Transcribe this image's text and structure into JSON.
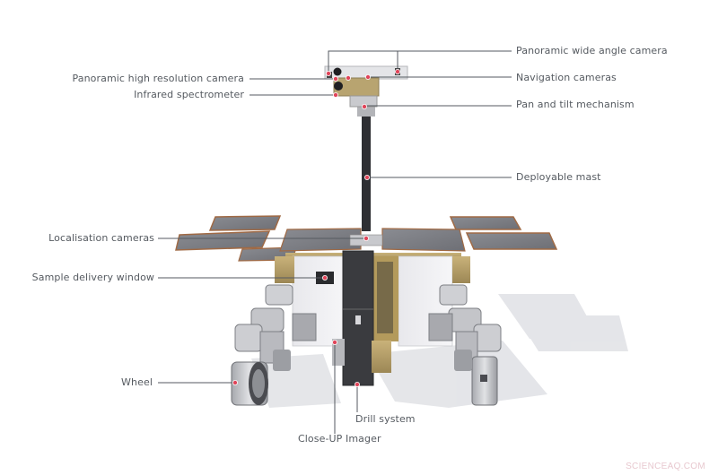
{
  "diagram": {
    "subject": "Mars rover (front view) with labelled components",
    "accent_dot_color": "#e0455a",
    "leader_line_color": "#555a60",
    "labels_right": [
      {
        "id": "panoramic-wide-angle-camera",
        "text": "Panoramic wide angle camera"
      },
      {
        "id": "navigation-cameras",
        "text": "Navigation cameras"
      },
      {
        "id": "pan-and-tilt-mechanism",
        "text": "Pan and tilt mechanism"
      },
      {
        "id": "deployable-mast",
        "text": "Deployable mast"
      }
    ],
    "labels_left": [
      {
        "id": "panoramic-high-resolution-camera",
        "text": "Panoramic high resolution camera"
      },
      {
        "id": "infrared-spectrometer",
        "text": "Infrared spectrometer"
      },
      {
        "id": "localisation-cameras",
        "text": "Localisation cameras"
      },
      {
        "id": "sample-delivery-window",
        "text": "Sample delivery window"
      },
      {
        "id": "wheel",
        "text": "Wheel"
      }
    ],
    "labels_bottom": [
      {
        "id": "drill-system",
        "text": "Drill system"
      },
      {
        "id": "close-up-imager",
        "text": "Close-UP Imager"
      }
    ]
  },
  "watermark": "SCIENCEAQ.COM"
}
